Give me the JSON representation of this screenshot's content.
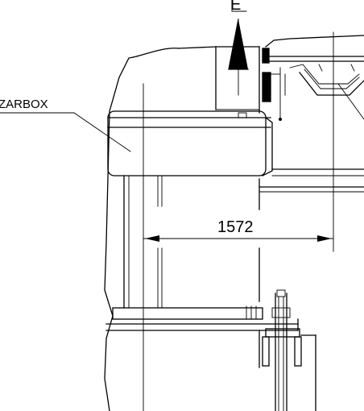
{
  "drawing": {
    "view_label": "E",
    "part_label": "ZARBOX",
    "dimension_value": "1572"
  }
}
